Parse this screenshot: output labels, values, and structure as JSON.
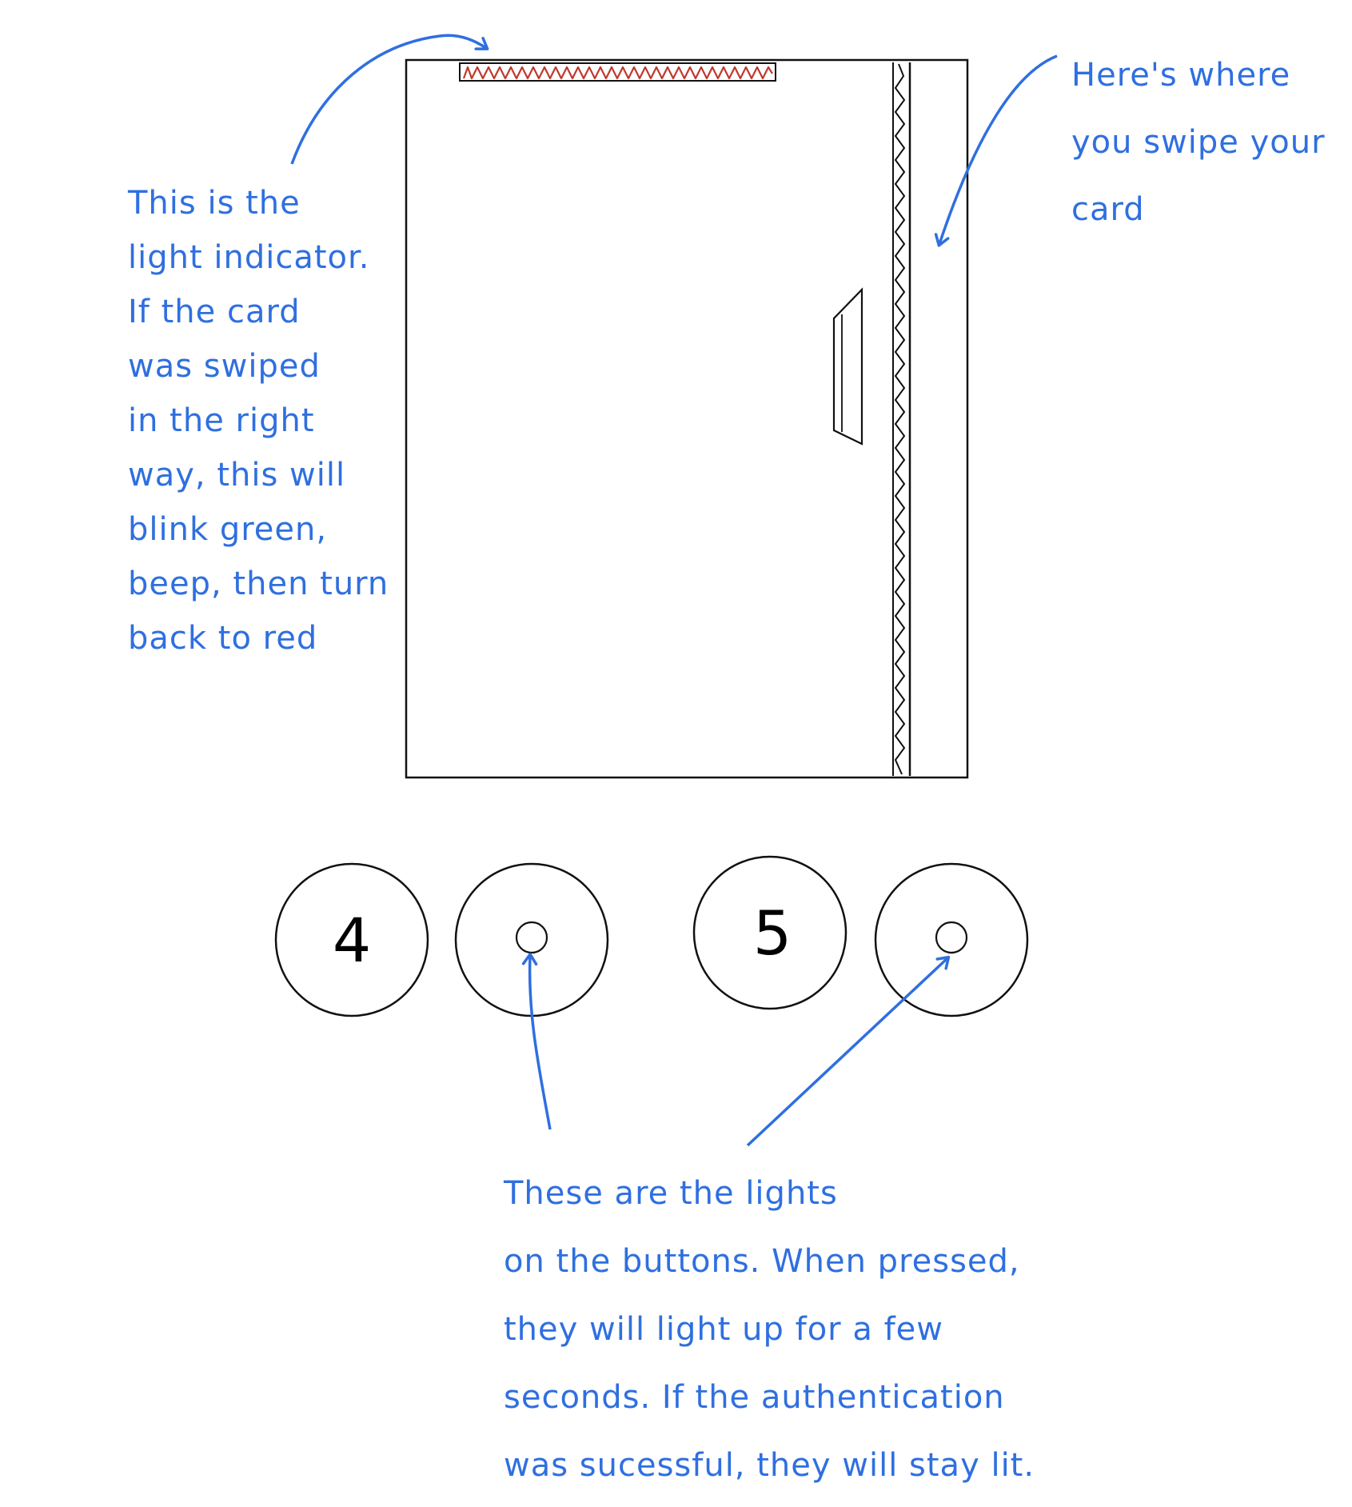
{
  "annotations": {
    "light_indicator": "This is the\nlight indicator.\nIf the card\nwas swiped\nin the right\nway, this will\nblink green,\nbeep, then turn\nback to red",
    "swipe": "Here's where\nyou swipe your\ncard",
    "button_lights": "These are the lights\non the buttons. When pressed,\nthey will light up for a few\nseconds. If the authentication\nwas sucessful, they will stay lit."
  },
  "buttons": [
    {
      "label": "4"
    },
    {
      "label": ""
    },
    {
      "label": "5"
    },
    {
      "label": ""
    }
  ],
  "colors": {
    "annotation": "#2f6fe0",
    "indicator": "#c0392b",
    "outline": "#111111"
  }
}
